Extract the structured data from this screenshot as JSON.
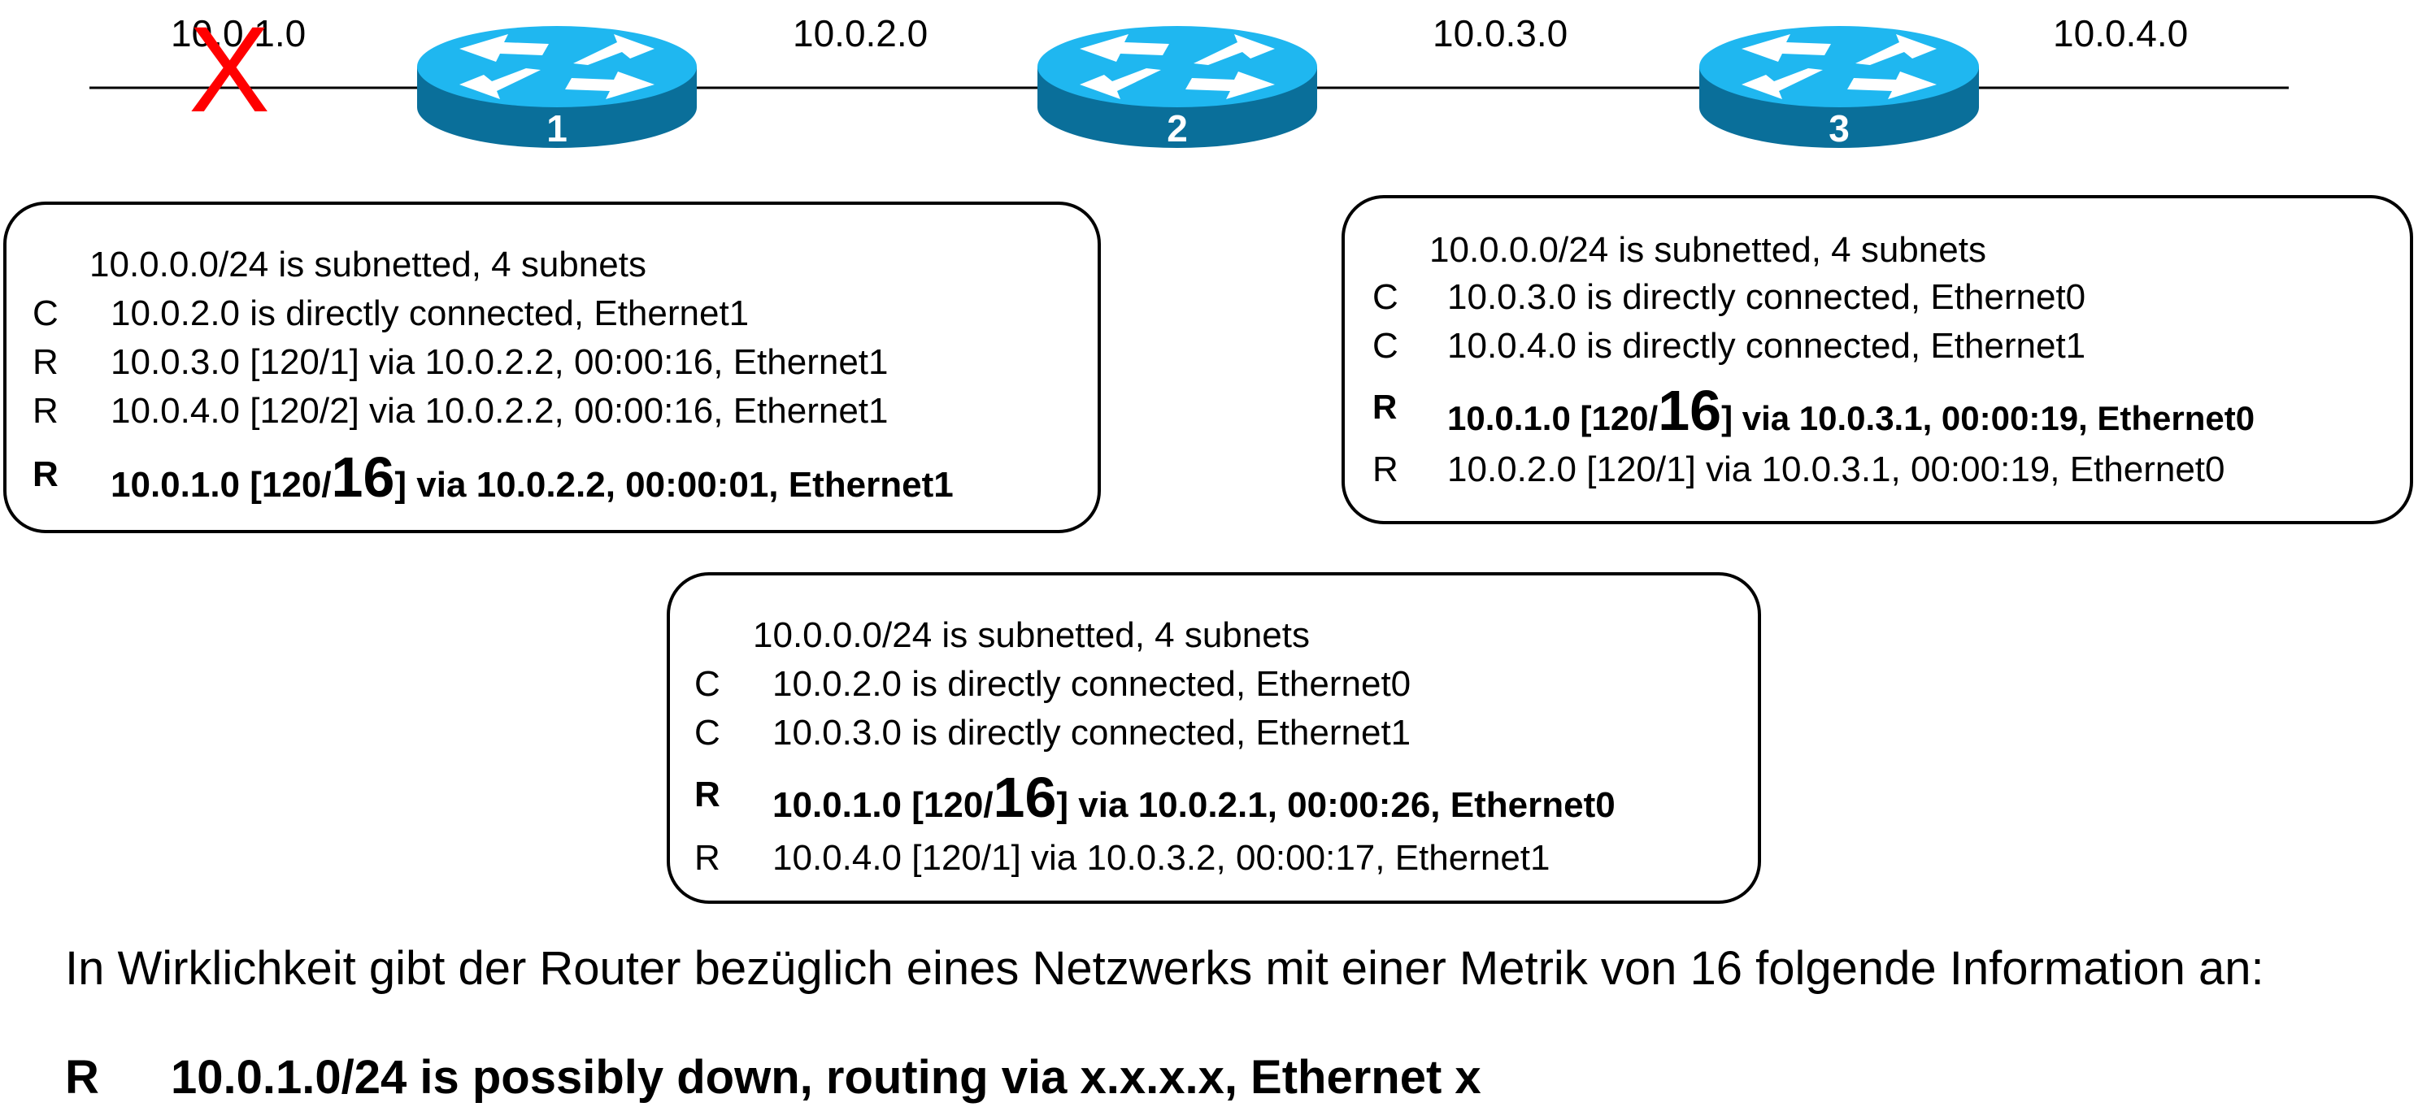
{
  "networks": [
    "10.0.1.0",
    "10.0.2.0",
    "10.0.3.0",
    "10.0.4.0"
  ],
  "routers": [
    "1",
    "2",
    "3"
  ],
  "failure_marker": "X",
  "colors": {
    "router_top": "#1fb7f0",
    "router_side": "#0a6f9a",
    "failure": "#ff0000"
  },
  "tables": {
    "router1": {
      "header": "10.0.0.0/24 is subnetted, 4 subnets",
      "rows": [
        {
          "code": "C",
          "text": "10.0.2.0 is directly connected, Ethernet1"
        },
        {
          "code": "R",
          "text": "10.0.3.0 [120/1] via 10.0.2.2, 00:00:16, Ethernet1"
        },
        {
          "code": "R",
          "text": "10.0.4.0 [120/2] via 10.0.2.2, 00:00:16, Ethernet1"
        },
        {
          "code": "R",
          "pre": "10.0.1.0 [120/",
          "metric": "16",
          "post": "] via 10.0.2.2, 00:00:01, Ethernet1"
        }
      ]
    },
    "router2": {
      "header": "10.0.0.0/24 is subnetted, 4 subnets",
      "rows": [
        {
          "code": "C",
          "text": "10.0.2.0 is directly connected, Ethernet0"
        },
        {
          "code": "C",
          "text": "10.0.3.0 is directly connected, Ethernet1"
        },
        {
          "code": "R",
          "pre": "10.0.1.0 [120/",
          "metric": "16",
          "post": "] via 10.0.2.1, 00:00:26, Ethernet0"
        },
        {
          "code": "R",
          "text": "10.0.4.0 [120/1] via 10.0.3.2, 00:00:17, Ethernet1"
        }
      ]
    },
    "router3": {
      "header": "10.0.0.0/24 is subnetted, 4 subnets",
      "rows": [
        {
          "code": "C",
          "text": "10.0.3.0 is directly connected, Ethernet0"
        },
        {
          "code": "C",
          "text": "10.0.4.0 is directly connected, Ethernet1"
        },
        {
          "code": "R",
          "pre": "10.0.1.0 [120/",
          "metric": "16",
          "post": "] via 10.0.3.1, 00:00:19, Ethernet0"
        },
        {
          "code": "R",
          "text": "10.0.2.0 [120/1] via 10.0.3.1, 00:00:19, Ethernet0"
        }
      ]
    }
  },
  "footer": {
    "text": "In Wirklichkeit gibt der Router bezüglich eines Netzwerks mit einer Metrik von 16 folgende Information an:",
    "route_code": "R",
    "route_text": "10.0.1.0/24 is possibly down, routing via x.x.x.x, Ethernet x"
  }
}
